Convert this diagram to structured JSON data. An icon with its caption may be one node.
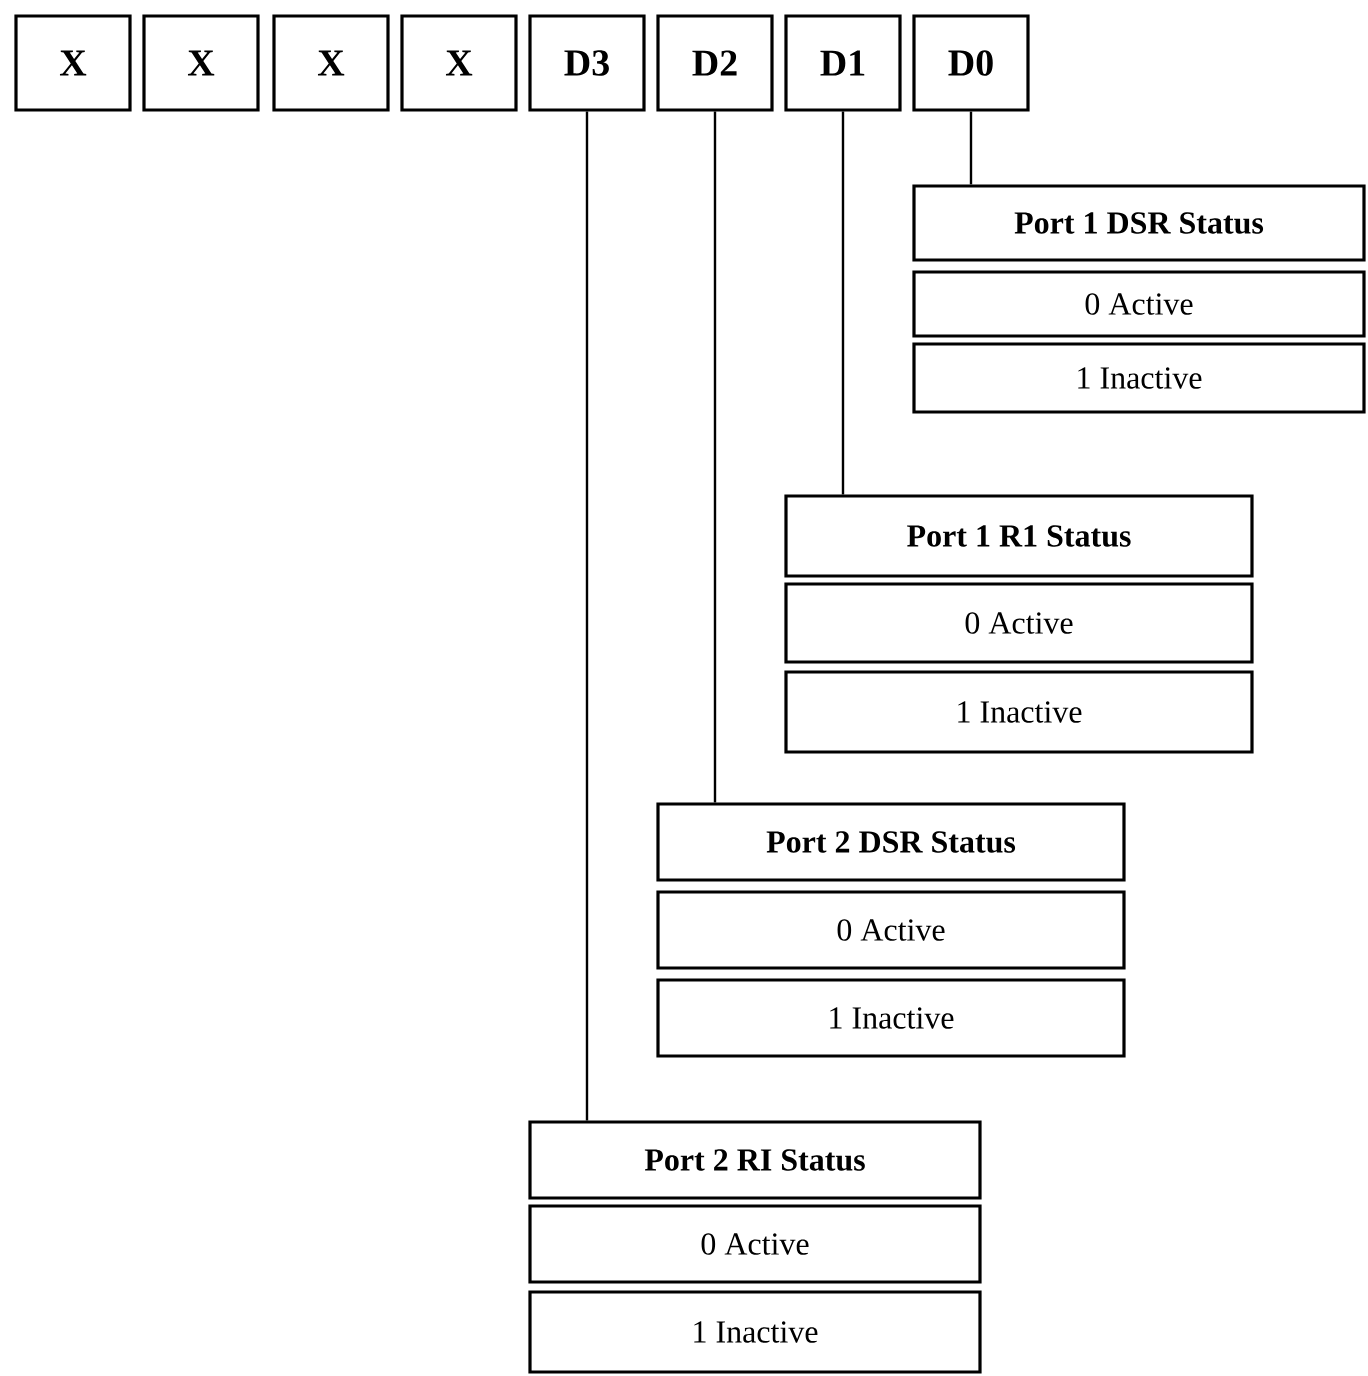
{
  "diagram": {
    "nodes": [
      {
        "text": [
          "X"
        ]
      },
      {
        "text": [
          "X"
        ]
      },
      {
        "text": [
          "X"
        ]
      },
      {
        "text": [
          "X"
        ]
      },
      {
        "text": [
          "D3"
        ]
      },
      {
        "text": [
          "D2"
        ]
      },
      {
        "text": [
          "D1"
        ]
      },
      {
        "text": [
          "D0"
        ]
      },
      {
        "text": [
          "Port 1 DSR Status"
        ]
      },
      {
        "text": [
          "0 Active"
        ]
      },
      {
        "text": [
          "1 Inactive"
        ]
      },
      {
        "text": [
          "Port 1 R1 Status"
        ]
      },
      {
        "text": [
          "0 Active"
        ]
      },
      {
        "text": [
          "1 Inactive"
        ]
      },
      {
        "text": [
          "Port 2 DSR Status"
        ]
      },
      {
        "text": [
          "0 Active"
        ]
      },
      {
        "text": [
          "1 Inactive"
        ]
      },
      {
        "text": [
          "Port 2 RI Status"
        ]
      },
      {
        "text": [
          "0 Active"
        ]
      },
      {
        "text": [
          "1 Inactive"
        ]
      }
    ],
    "edges": [
      {
        "from": 7,
        "to": 8,
        "arrow": "none"
      },
      {
        "from": 6,
        "to": 11,
        "arrow": "none"
      },
      {
        "from": 5,
        "to": 14,
        "arrow": "none"
      },
      {
        "from": 4,
        "to": 17,
        "arrow": "none"
      }
    ]
  }
}
